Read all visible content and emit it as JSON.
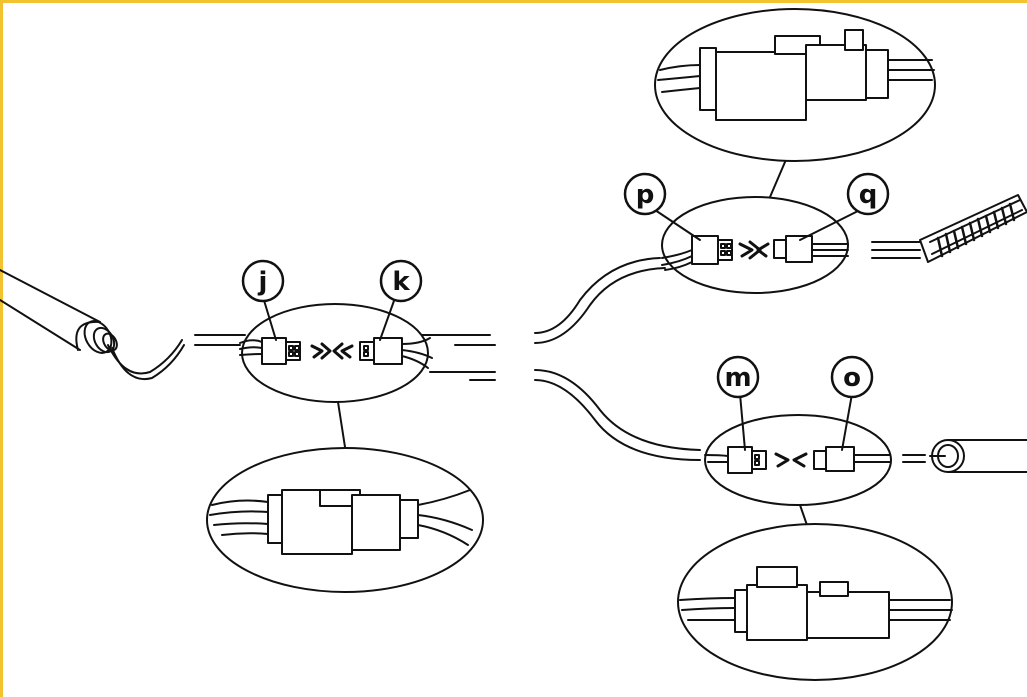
{
  "labels": {
    "j": "j",
    "k": "k",
    "p": "p",
    "q": "q",
    "m": "m",
    "o": "o"
  },
  "colors": {
    "frame": "#f2c230",
    "line": "#111111",
    "fill": "#ffffff"
  }
}
